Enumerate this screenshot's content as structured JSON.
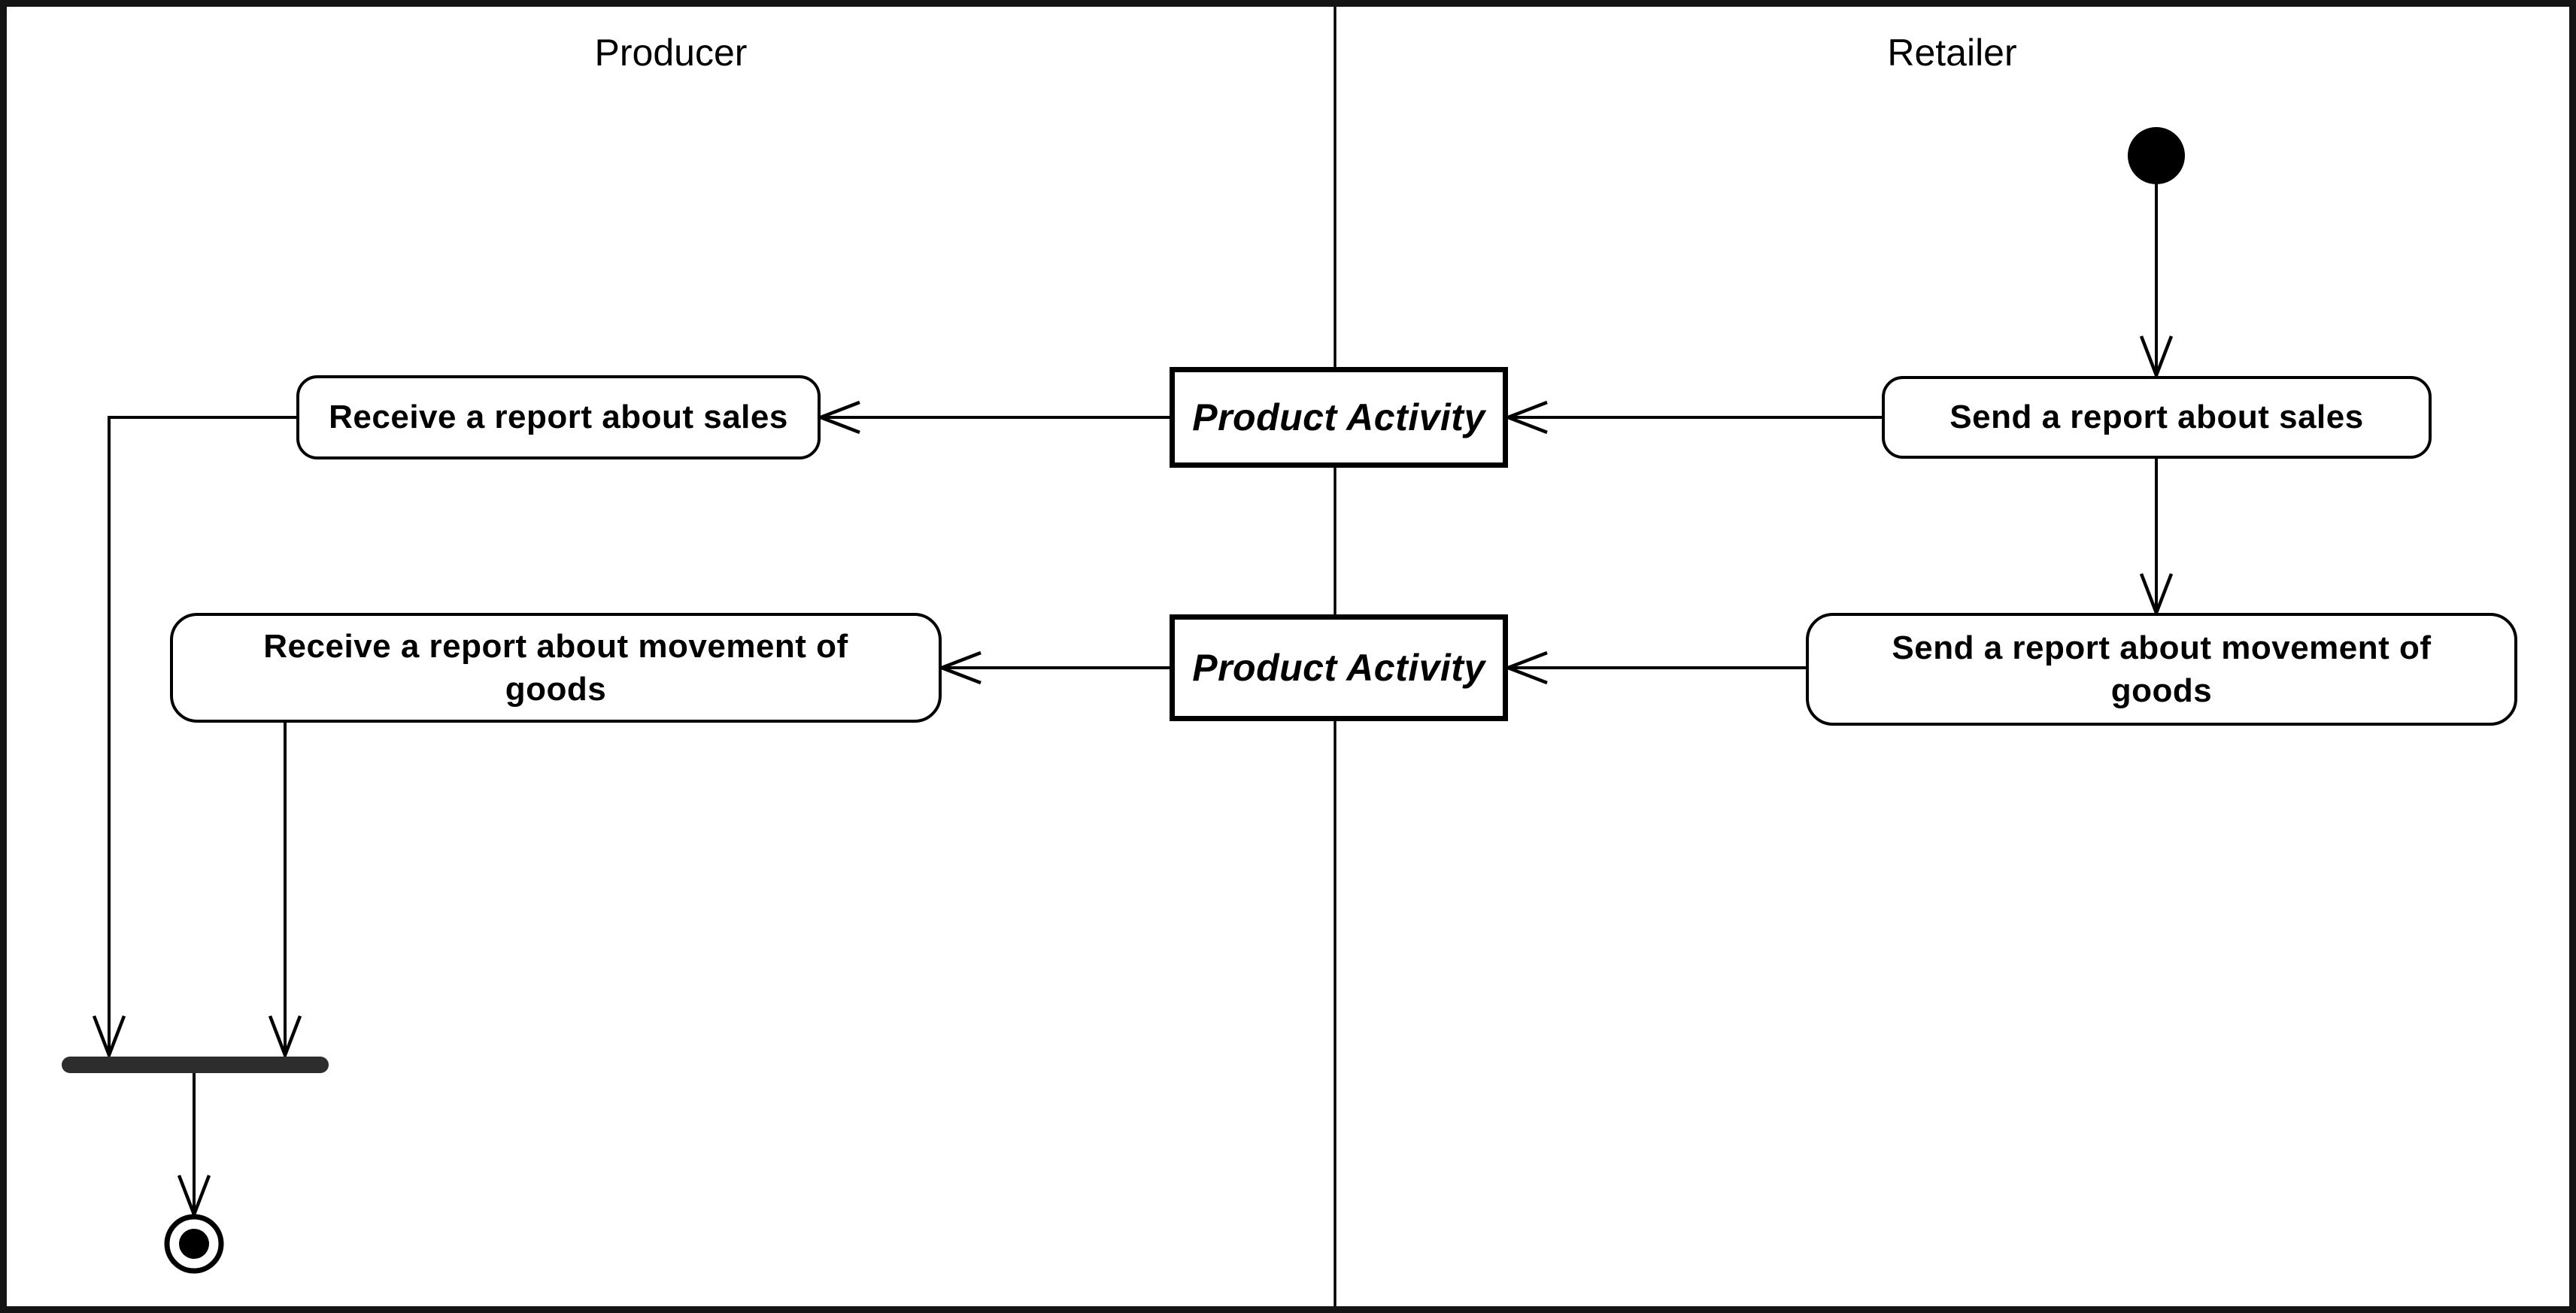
{
  "diagram": {
    "kind": "uml-activity-diagram-with-swimlanes",
    "lanes": {
      "producer": {
        "label": "Producer"
      },
      "retailer": {
        "label": "Retailer"
      }
    },
    "nodes": {
      "receive_sales": {
        "label": "Receive a report about sales"
      },
      "receive_goods": {
        "label": "Receive a report about movement of goods",
        "lines": [
          "Receive a report about movement of",
          "goods"
        ]
      },
      "product_activity_1": {
        "label": "Product Activity"
      },
      "product_activity_2": {
        "label": "Product Activity"
      },
      "send_sales": {
        "label": "Send a report about sales"
      },
      "send_goods": {
        "label": "Send a report about movement of goods",
        "lines": [
          "Send a report about movement of",
          "goods"
        ]
      }
    },
    "colors": {
      "background": "#ffffff",
      "line": "#000000",
      "join_bar": "#2d2d2d",
      "frame": "#141414"
    }
  }
}
